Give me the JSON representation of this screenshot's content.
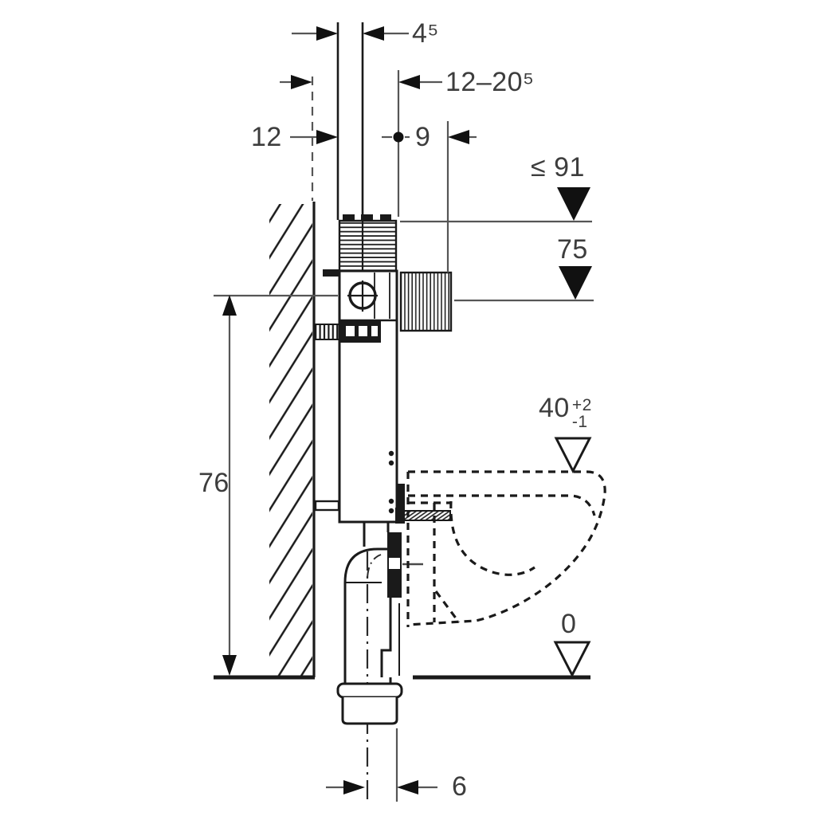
{
  "diagram": {
    "type": "technical-installation-drawing",
    "subject": "concealed-cistern-with-wall-hung-wc-side-section",
    "units_implied": "cm"
  },
  "labels": {
    "flush_pipe_offset": "4⁵",
    "wall_thickness_range": "12–20⁵",
    "frame_depth": "12",
    "protection_box_depth": "9",
    "max_installation_height": "≤ 91",
    "flush_bend_level": "75",
    "valve_axis_height": "76",
    "bowl_rim_height_base": "40",
    "bowl_rim_tol_plus": "+2",
    "bowl_rim_tol_minus": "-1",
    "floor_level": "0",
    "drain_centre_offset": "6"
  },
  "colors": {
    "line_black": "#1a1a1a",
    "dimension_gray": "#565656",
    "text_gray": "#3d3d3d",
    "background": "#ffffff"
  }
}
